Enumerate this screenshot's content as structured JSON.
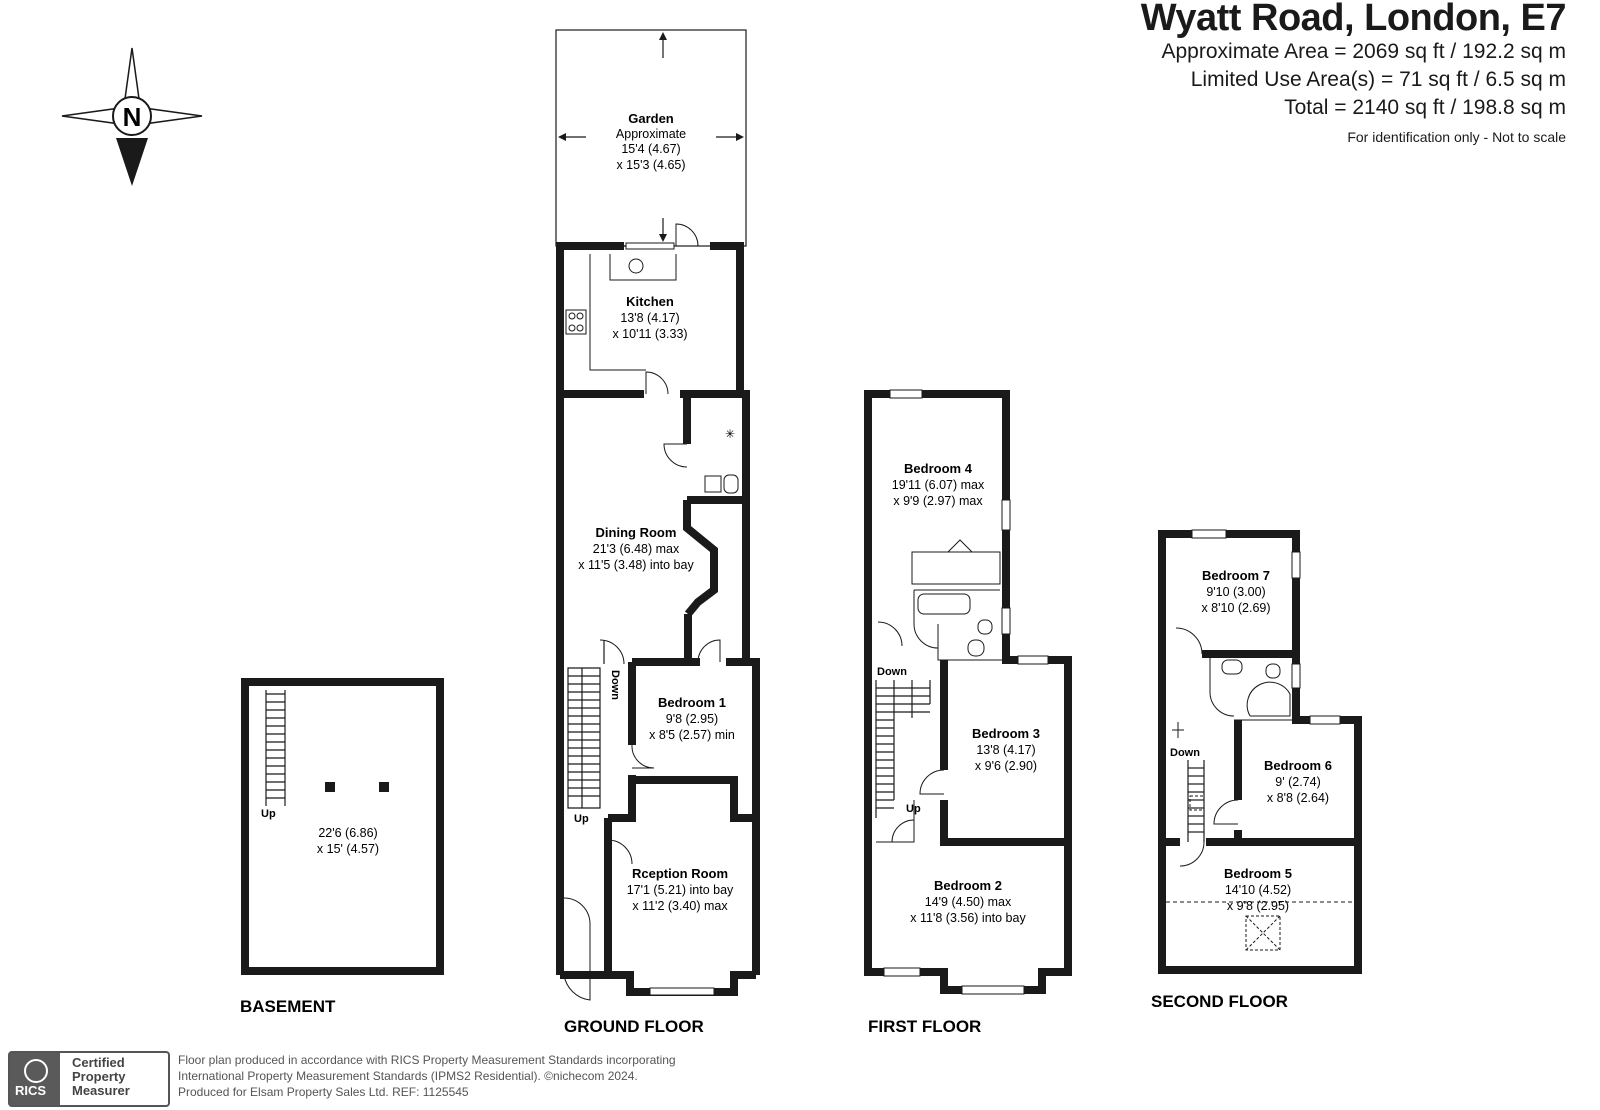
{
  "header": {
    "title": "Wyatt Road, London, E7",
    "approx_area": "Approximate Area = 2069 sq ft / 192.2 sq m",
    "limited_use": "Limited Use Area(s) = 71 sq ft / 6.5 sq m",
    "total": "Total = 2140 sq ft / 198.8 sq m",
    "note": "For identification only - Not to scale"
  },
  "compass": {
    "label": "N"
  },
  "floors": {
    "basement": "BASEMENT",
    "ground": "GROUND FLOOR",
    "first": "FIRST FLOOR",
    "second": "SECOND FLOOR"
  },
  "labels": {
    "up": "Up",
    "down": "Down"
  },
  "rooms": {
    "basement": {
      "dim1": "22'6 (6.86)",
      "dim2": "x 15' (4.57)"
    },
    "garden": {
      "name": "Garden",
      "note": "Approximate",
      "dim1": "15'4 (4.67)",
      "dim2": "x 15'3 (4.65)"
    },
    "kitchen": {
      "name": "Kitchen",
      "dim1": "13'8 (4.17)",
      "dim2": "x 10'11 (3.33)"
    },
    "dining": {
      "name": "Dining Room",
      "dim1": "21'3 (6.48) max",
      "dim2": "x 11'5 (3.48) into bay"
    },
    "bedroom1": {
      "name": "Bedroom 1",
      "dim1": "9'8 (2.95)",
      "dim2": "x 8'5 (2.57) min"
    },
    "reception": {
      "name": "Rception Room",
      "dim1": "17'1 (5.21) into bay",
      "dim2": "x 11'2 (3.40) max"
    },
    "bedroom4": {
      "name": "Bedroom 4",
      "dim1": "19'11 (6.07) max",
      "dim2": "x 9'9 (2.97) max"
    },
    "bedroom3": {
      "name": "Bedroom 3",
      "dim1": "13'8 (4.17)",
      "dim2": "x 9'6 (2.90)"
    },
    "bedroom2": {
      "name": "Bedroom 2",
      "dim1": "14'9 (4.50) max",
      "dim2": "x 11'8 (3.56) into bay"
    },
    "bedroom7": {
      "name": "Bedroom 7",
      "dim1": "9'10 (3.00)",
      "dim2": "x 8'10 (2.69)"
    },
    "bedroom6": {
      "name": "Bedroom 6",
      "dim1": "9' (2.74)",
      "dim2": "x 8'8 (2.64)"
    },
    "bedroom5": {
      "name": "Bedroom 5",
      "dim1": "14'10 (4.52)",
      "dim2": "x 9'8 (2.95)"
    }
  },
  "footer": {
    "badge_org": "RICS",
    "badge_line1": "Certified",
    "badge_line2": "Property",
    "badge_line3": "Measurer",
    "line1": "Floor plan produced in accordance with RICS Property Measurement Standards incorporating",
    "line2": "International Property Measurement Standards (IPMS2 Residential).   ©nichecom 2024.",
    "line3": "Produced for Elsam Property Sales Ltd.   REF: 1125545"
  }
}
